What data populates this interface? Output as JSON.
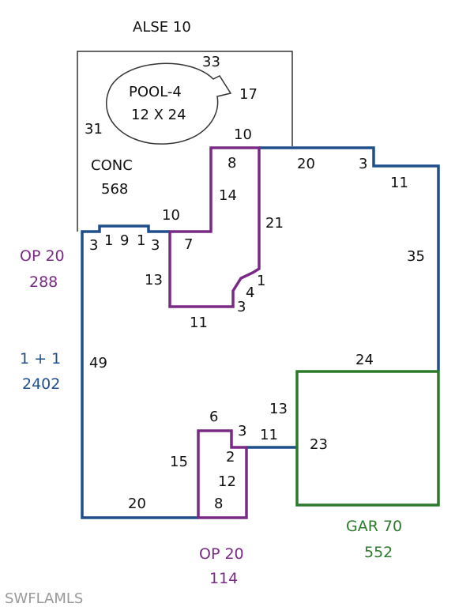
{
  "colors": {
    "outline_black": "#333333",
    "living_blue": "#1f4e8c",
    "porch_purple": "#7a2a86",
    "garage_green": "#2b7a2b"
  },
  "areas": {
    "alse": "ALSE 10",
    "pool_name": "POOL-4",
    "pool_dims": "12 X 24",
    "conc_name": "CONC",
    "conc_area": "568",
    "op_top_name": "OP 20",
    "op_top_area": "288",
    "living_name": "1 + 1",
    "living_area": "2402",
    "garage_name": "GAR 70",
    "garage_area": "552",
    "op_bottom_name": "OP 20",
    "op_bottom_area": "114"
  },
  "dimensions": {
    "pool_top": "33",
    "pool_right": "17",
    "conc_left": "31",
    "conc_top_right": "10",
    "opt_top": "8",
    "opt_inner": "14",
    "opt_right": "21",
    "opt_step": "10",
    "opt_seg7": "7",
    "opt_left": "13",
    "opt_bottom": "11",
    "opt_c1": "1",
    "opt_c4": "4",
    "opt_c3": "3",
    "live_top": "20",
    "live_step3": "3",
    "live_step11": "11",
    "live_right": "35",
    "live_left": "49",
    "live_bottom": "20",
    "jog1": "3",
    "jog2": "1",
    "jog3": "9",
    "jog4": "1",
    "jog5": "3",
    "gar_top": "24",
    "gar_left": "23",
    "gar_13": "13",
    "gar_11": "11",
    "opb_top": "6",
    "opb_3": "3",
    "opb_2": "2",
    "opb_right": "12",
    "opb_left": "15",
    "opb_bottom": "8"
  },
  "watermark": "SWFLAMLS"
}
